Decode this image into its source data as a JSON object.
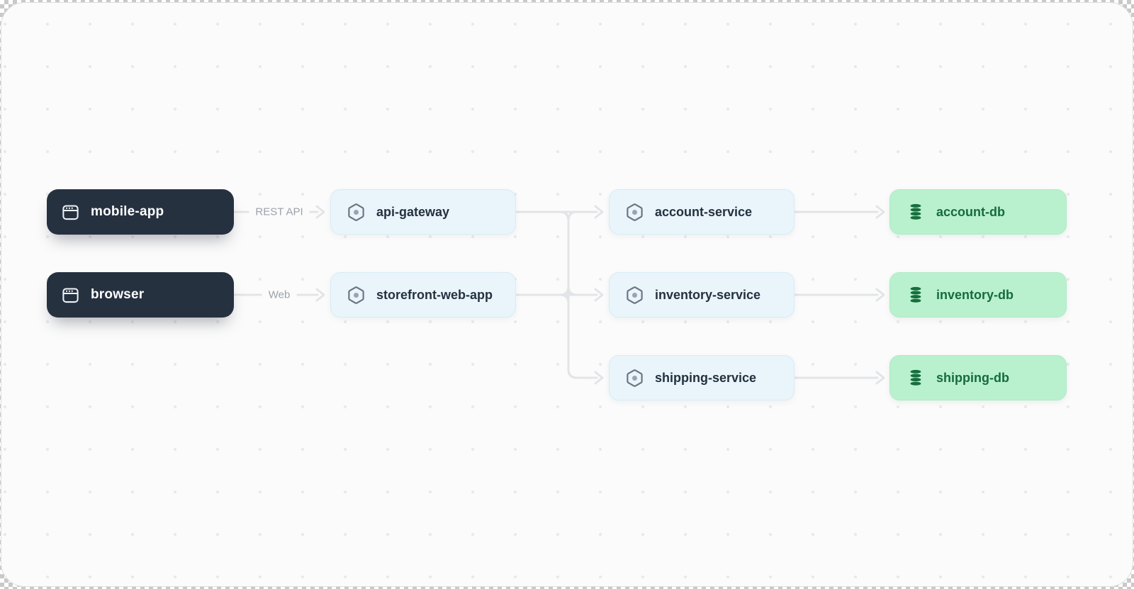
{
  "diagram": {
    "clients": [
      {
        "label": "mobile-app",
        "icon": "app-window-icon"
      },
      {
        "label": "browser",
        "icon": "app-window-icon"
      }
    ],
    "frontends": [
      {
        "label": "api-gateway",
        "icon": "hexagon-node-icon"
      },
      {
        "label": "storefront-web-app",
        "icon": "hexagon-node-icon"
      }
    ],
    "services": [
      {
        "label": "account-service",
        "icon": "hexagon-node-icon"
      },
      {
        "label": "inventory-service",
        "icon": "hexagon-node-icon"
      },
      {
        "label": "shipping-service",
        "icon": "hexagon-node-icon"
      }
    ],
    "databases": [
      {
        "label": "account-db",
        "icon": "database-icon"
      },
      {
        "label": "inventory-db",
        "icon": "database-icon"
      },
      {
        "label": "shipping-db",
        "icon": "database-icon"
      }
    ],
    "edges": [
      {
        "from": "mobile-app",
        "to": "api-gateway",
        "label": "REST API"
      },
      {
        "from": "browser",
        "to": "storefront-web-app",
        "label": "Web"
      },
      {
        "from": "api-gateway",
        "to": "account-service",
        "label": ""
      },
      {
        "from": "api-gateway",
        "to": "inventory-service",
        "label": ""
      },
      {
        "from": "api-gateway",
        "to": "shipping-service",
        "label": ""
      },
      {
        "from": "storefront-web-app",
        "to": "account-service",
        "label": ""
      },
      {
        "from": "storefront-web-app",
        "to": "inventory-service",
        "label": ""
      },
      {
        "from": "storefront-web-app",
        "to": "shipping-service",
        "label": ""
      },
      {
        "from": "account-service",
        "to": "account-db",
        "label": ""
      },
      {
        "from": "inventory-service",
        "to": "inventory-db",
        "label": ""
      },
      {
        "from": "shipping-service",
        "to": "shipping-db",
        "label": ""
      }
    ],
    "colors": {
      "canvas_bg": "#fbfbfb",
      "dot_grid": "#e9e9eb",
      "client_node_bg": "#263140",
      "client_node_text": "#ffffff",
      "service_node_bg": "#e9f5fb",
      "service_node_border": "#d7ecf6",
      "service_node_text": "#24313f",
      "db_node_bg": "#b9f1cf",
      "db_node_text": "#166b3c",
      "edge_line": "#e3e4e7",
      "edge_label_text": "#9aa2ab"
    }
  }
}
